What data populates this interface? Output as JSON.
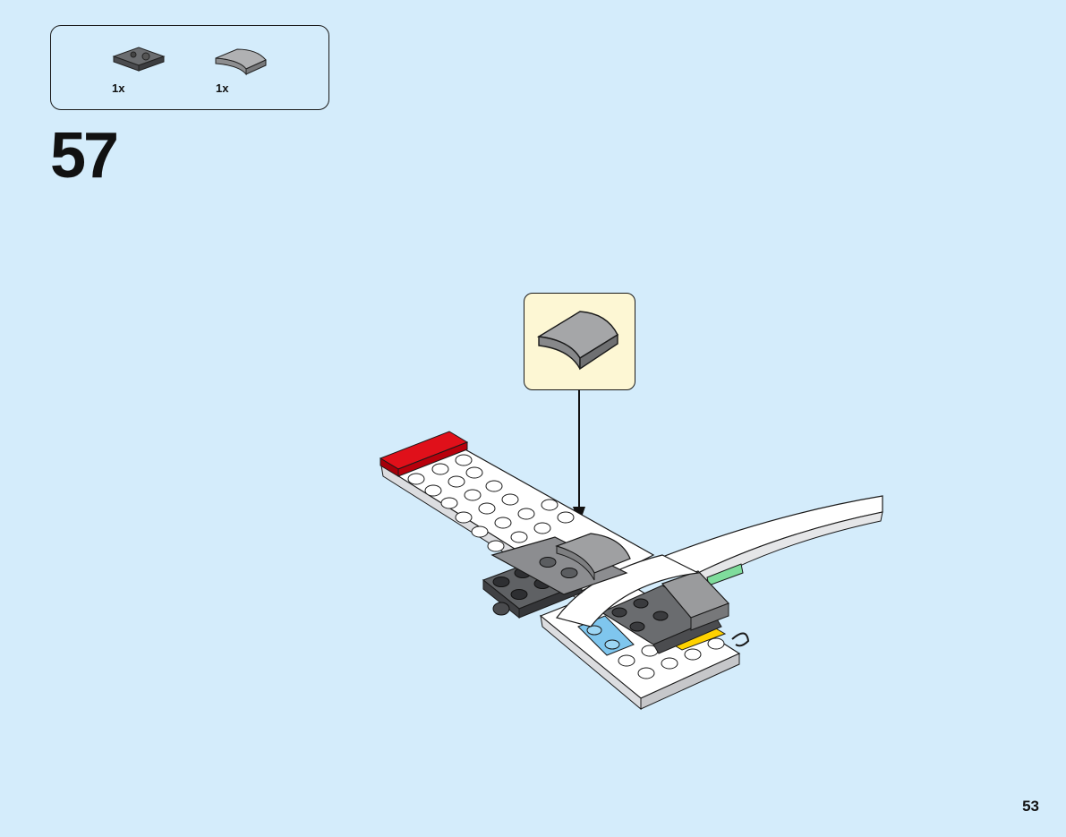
{
  "step": {
    "number": "57"
  },
  "parts_list": {
    "items": [
      {
        "qty": "1x",
        "icon": "dark-gray-plate-with-socket-icon",
        "color": "#5b5d60"
      },
      {
        "qty": "1x",
        "icon": "light-gray-curved-slope-icon",
        "color": "#a0a1a3"
      }
    ]
  },
  "callout": {
    "icon": "light-gray-curved-slope-icon",
    "color": "#a0a1a3"
  },
  "model": {
    "colors": {
      "white": "#ffffff",
      "red": "#d0030e",
      "dark_gray": "#5b5d60",
      "light_gray": "#a0a1a3",
      "yellow": "#ffd200",
      "trans_blue": "#7fc6ee",
      "green": "#7fdc9c"
    }
  },
  "page": {
    "number": "53"
  }
}
